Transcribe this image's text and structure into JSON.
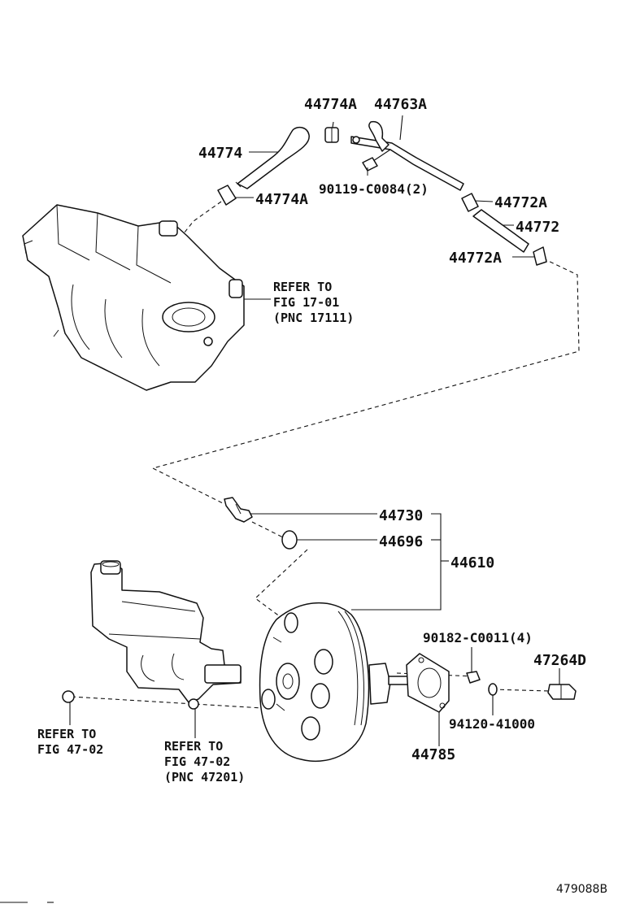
{
  "labels": {
    "p44774A_top": "44774A",
    "p44763A": "44763A",
    "p44774": "44774",
    "p90119": "90119-C0084(2)",
    "p44774A": "44774A",
    "p44772A_top": "44772A",
    "p44772": "44772",
    "p44772A": "44772A",
    "p44730": "44730",
    "p44696": "44696",
    "p44610": "44610",
    "p90182": "90182-C0011(4)",
    "p47264D": "47264D",
    "p94120": "94120-41000",
    "p44785": "44785"
  },
  "refs": {
    "manifold": [
      "REFER TO",
      "FIG 17-01",
      "(PNC 17111)"
    ],
    "left": [
      "REFER TO",
      "FIG 47-02"
    ],
    "master": [
      "REFER TO",
      "FIG 47-02",
      "(PNC 47201)"
    ]
  },
  "footer": {
    "code": "479088B"
  }
}
